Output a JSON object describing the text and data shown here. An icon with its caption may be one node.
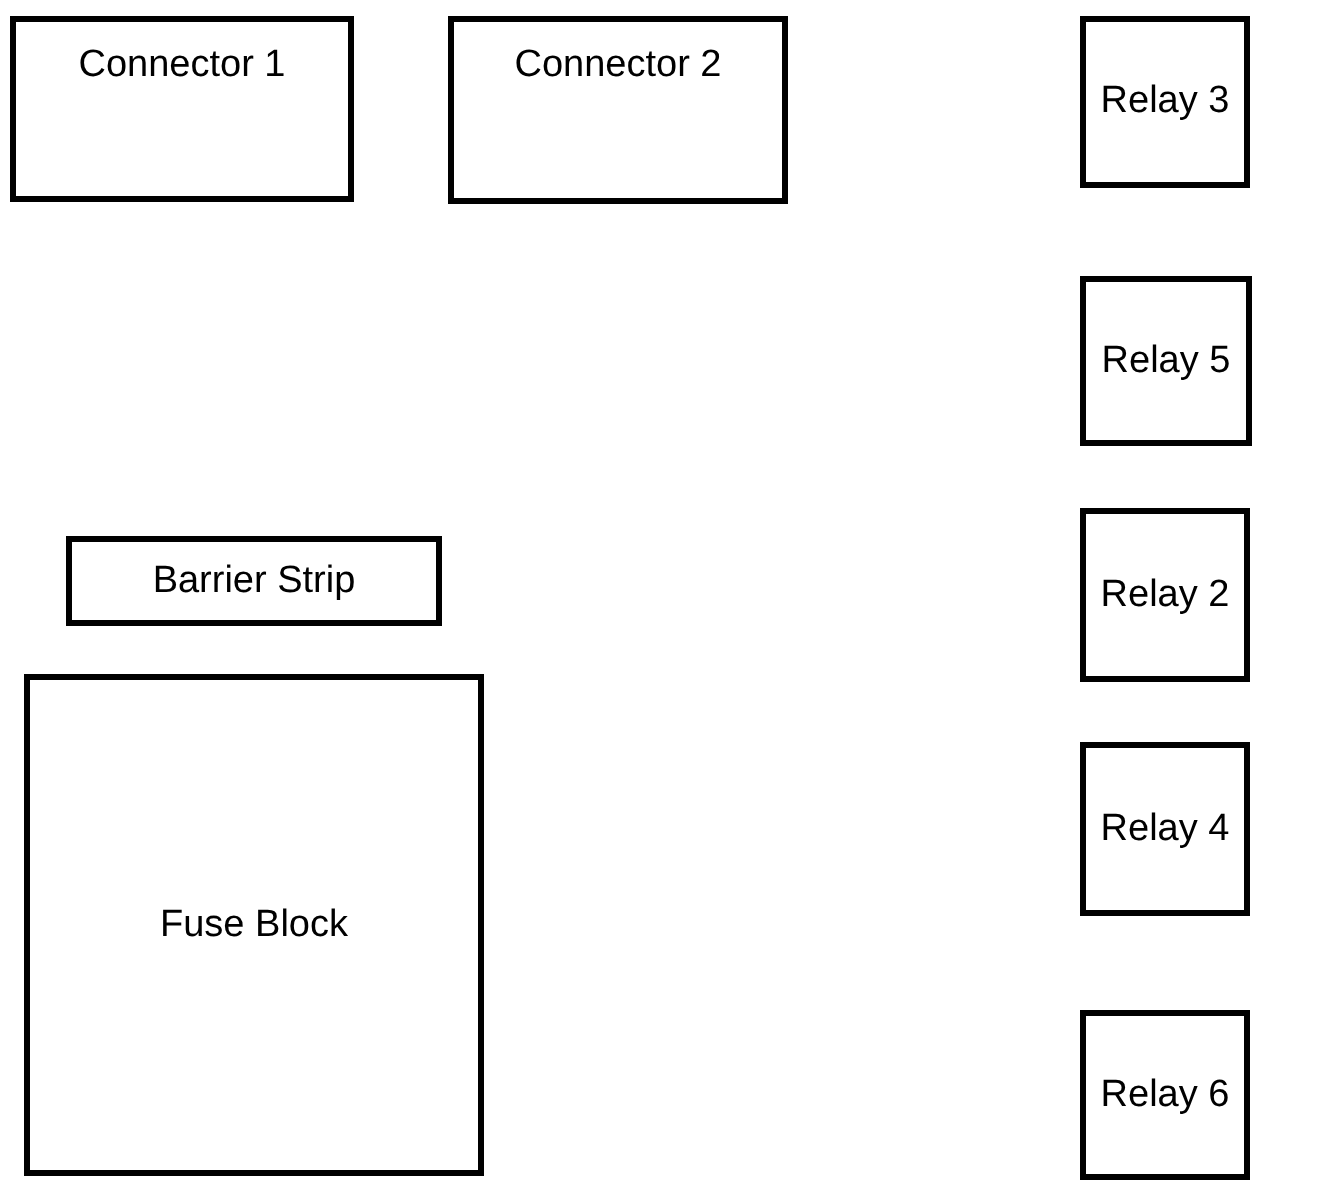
{
  "diagram": {
    "nodes": [
      {
        "text": [
          "Connector 1"
        ]
      },
      {
        "text": [
          "Connector 2"
        ]
      },
      {
        "text": [
          "Relay 3"
        ]
      },
      {
        "text": [
          "Relay 5"
        ]
      },
      {
        "text": [
          "Barrier Strip"
        ]
      },
      {
        "text": [
          "Relay 2"
        ]
      },
      {
        "text": [
          "Fuse Block"
        ]
      },
      {
        "text": [
          "Relay 4"
        ]
      },
      {
        "text": [
          "Relay 6"
        ]
      }
    ]
  }
}
